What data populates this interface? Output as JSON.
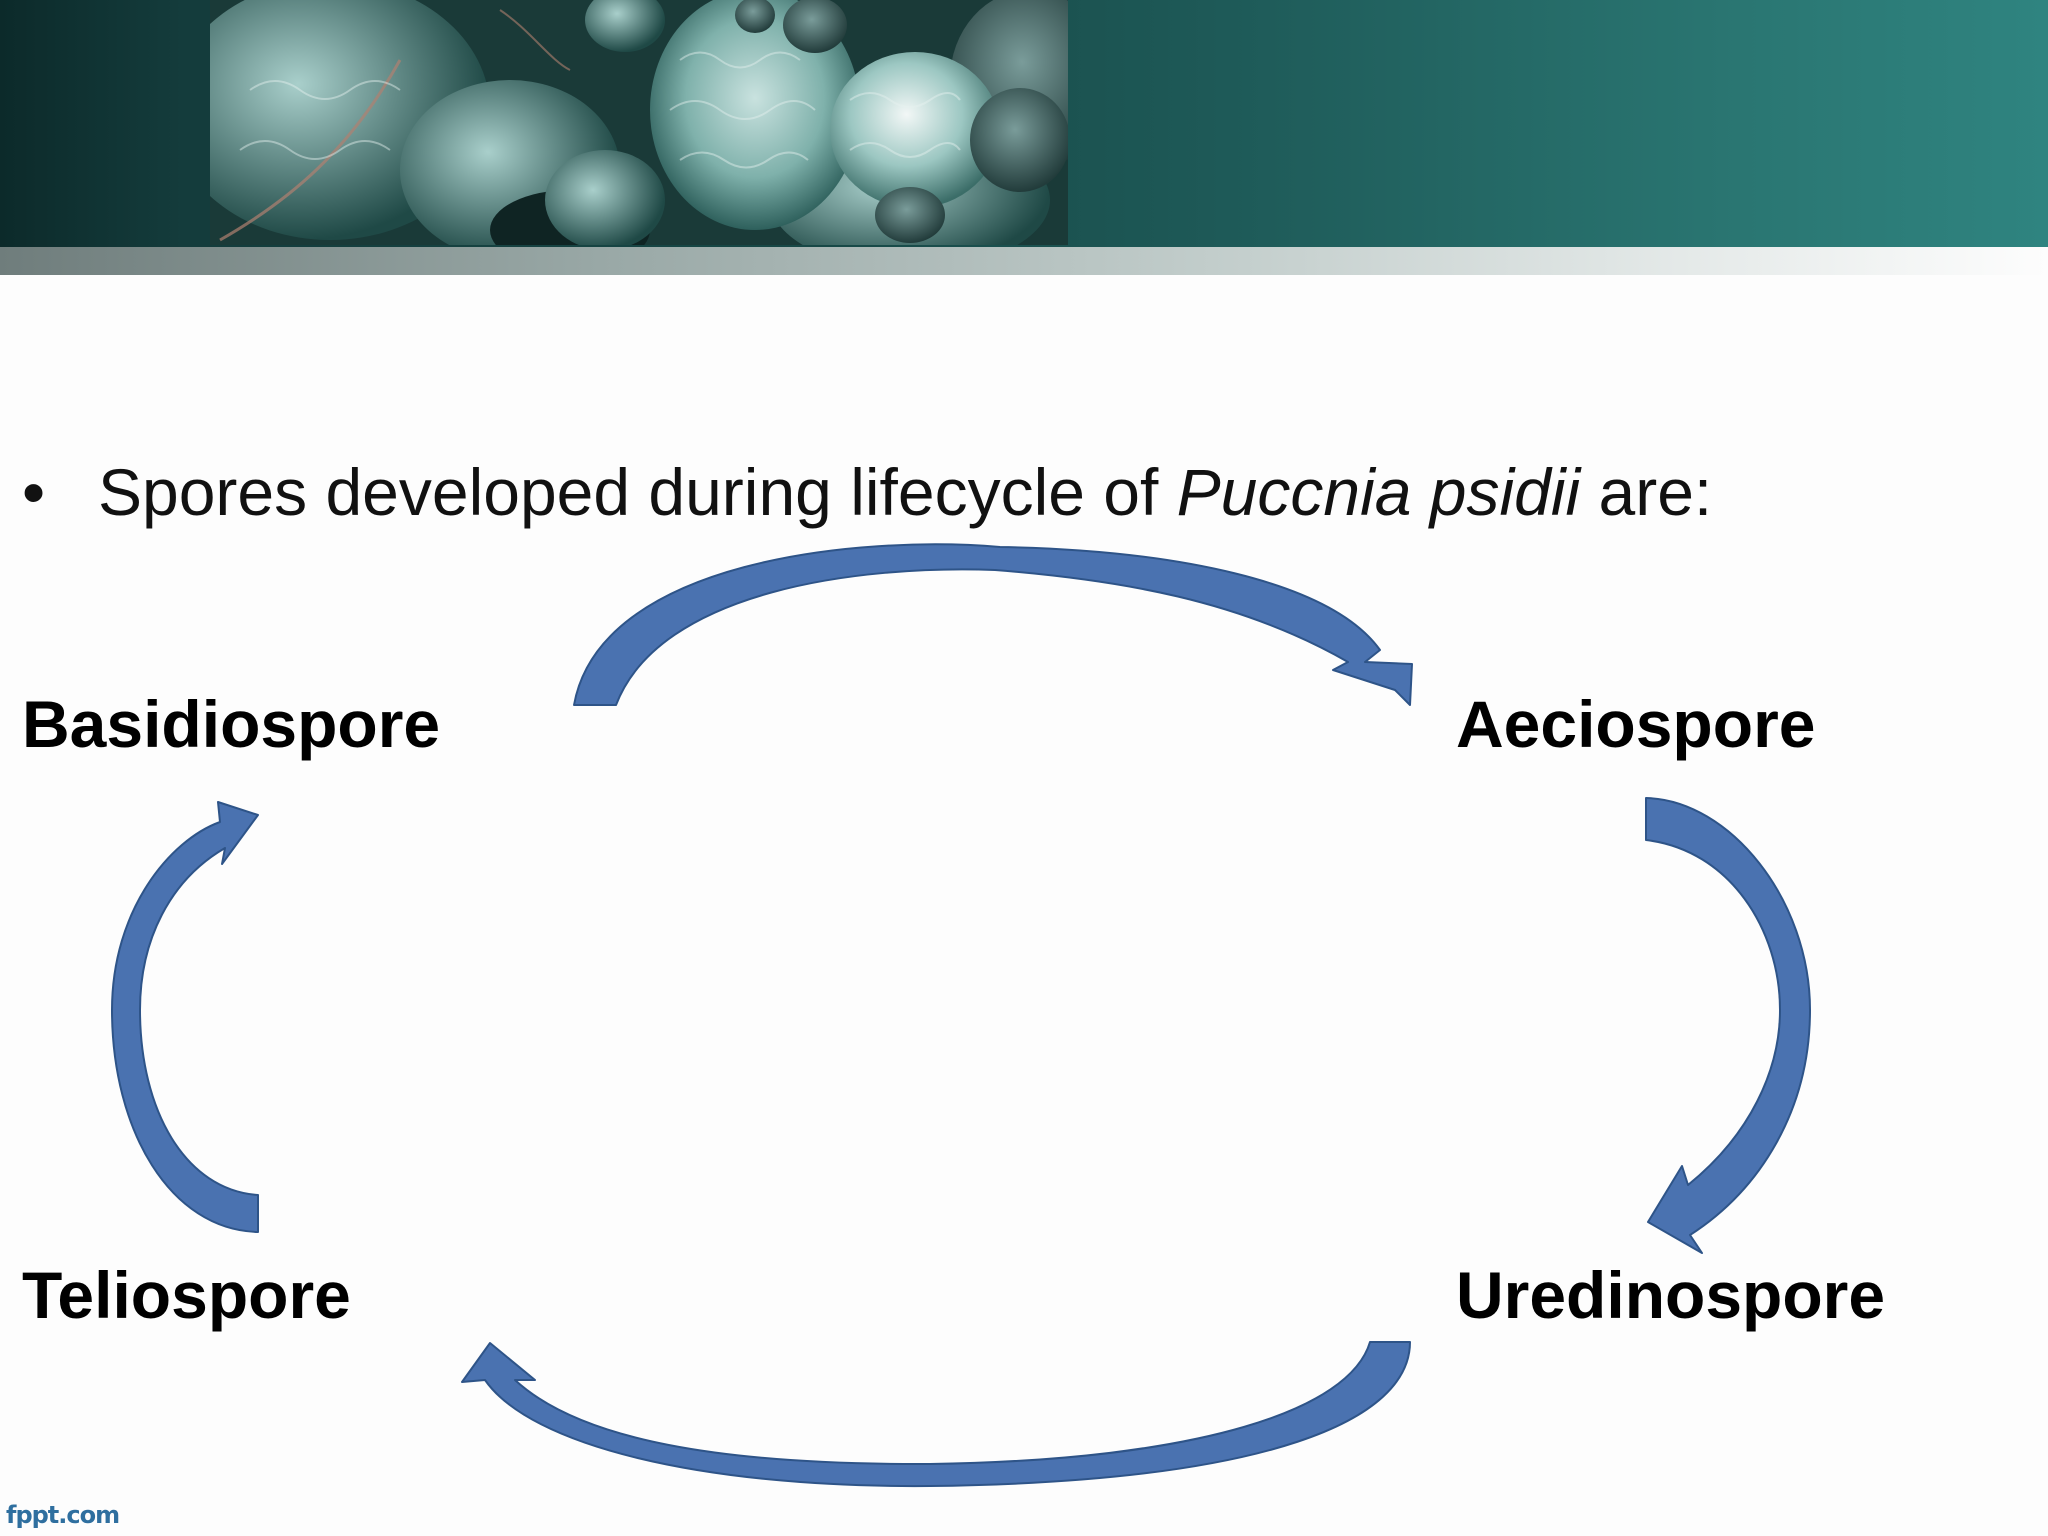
{
  "slide": {
    "bullet": {
      "marker": "•",
      "text_before": "Spores developed during lifecycle of ",
      "text_italic": "Puccnia psidii",
      "text_after": " are:"
    },
    "cycle": {
      "top_left": "Basidiospore",
      "top_right": "Aeciospore",
      "bottom_right": "Uredinospore",
      "bottom_left": "Teliospore"
    },
    "arrow_color": "#4a72b0",
    "arrow_outline": "#2e5488"
  },
  "footer": {
    "watermark": "fppt.com"
  }
}
